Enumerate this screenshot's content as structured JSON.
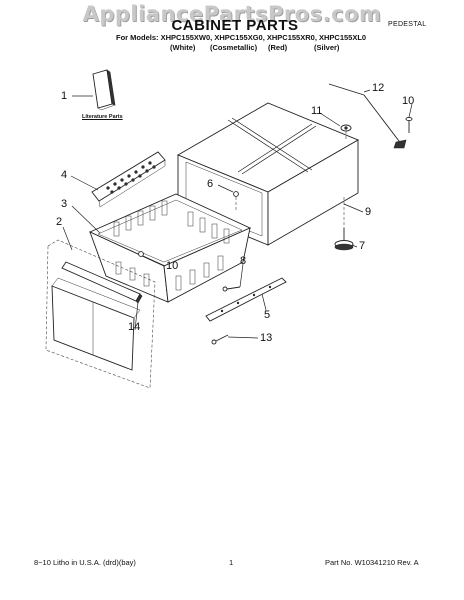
{
  "watermark": "AppliancePartsPros.com",
  "header": {
    "title": "CABINET PARTS",
    "corner_label": "PEDESTAL",
    "models_line": "For Models: XHPC155XW0, XHPC155XG0, XHPC155XR0, XHPC155XL0",
    "variants": [
      "(White)",
      "(Cosmetallic)",
      "(Red)",
      "(Silver)"
    ]
  },
  "literature_label": "Literature Parts",
  "callouts": {
    "c1": "1",
    "c2": "2",
    "c3": "3",
    "c4": "4",
    "c5": "5",
    "c6": "6",
    "c7": "7",
    "c8": "8",
    "c9": "9",
    "c10a": "10",
    "c10b": "10",
    "c11": "11",
    "c12": "12",
    "c13": "13",
    "c14": "14"
  },
  "footer": {
    "left": "8−10 Litho in U.S.A. (drd)(bay)",
    "center": "1",
    "right": "Part No. W10341210 Rev. A"
  }
}
